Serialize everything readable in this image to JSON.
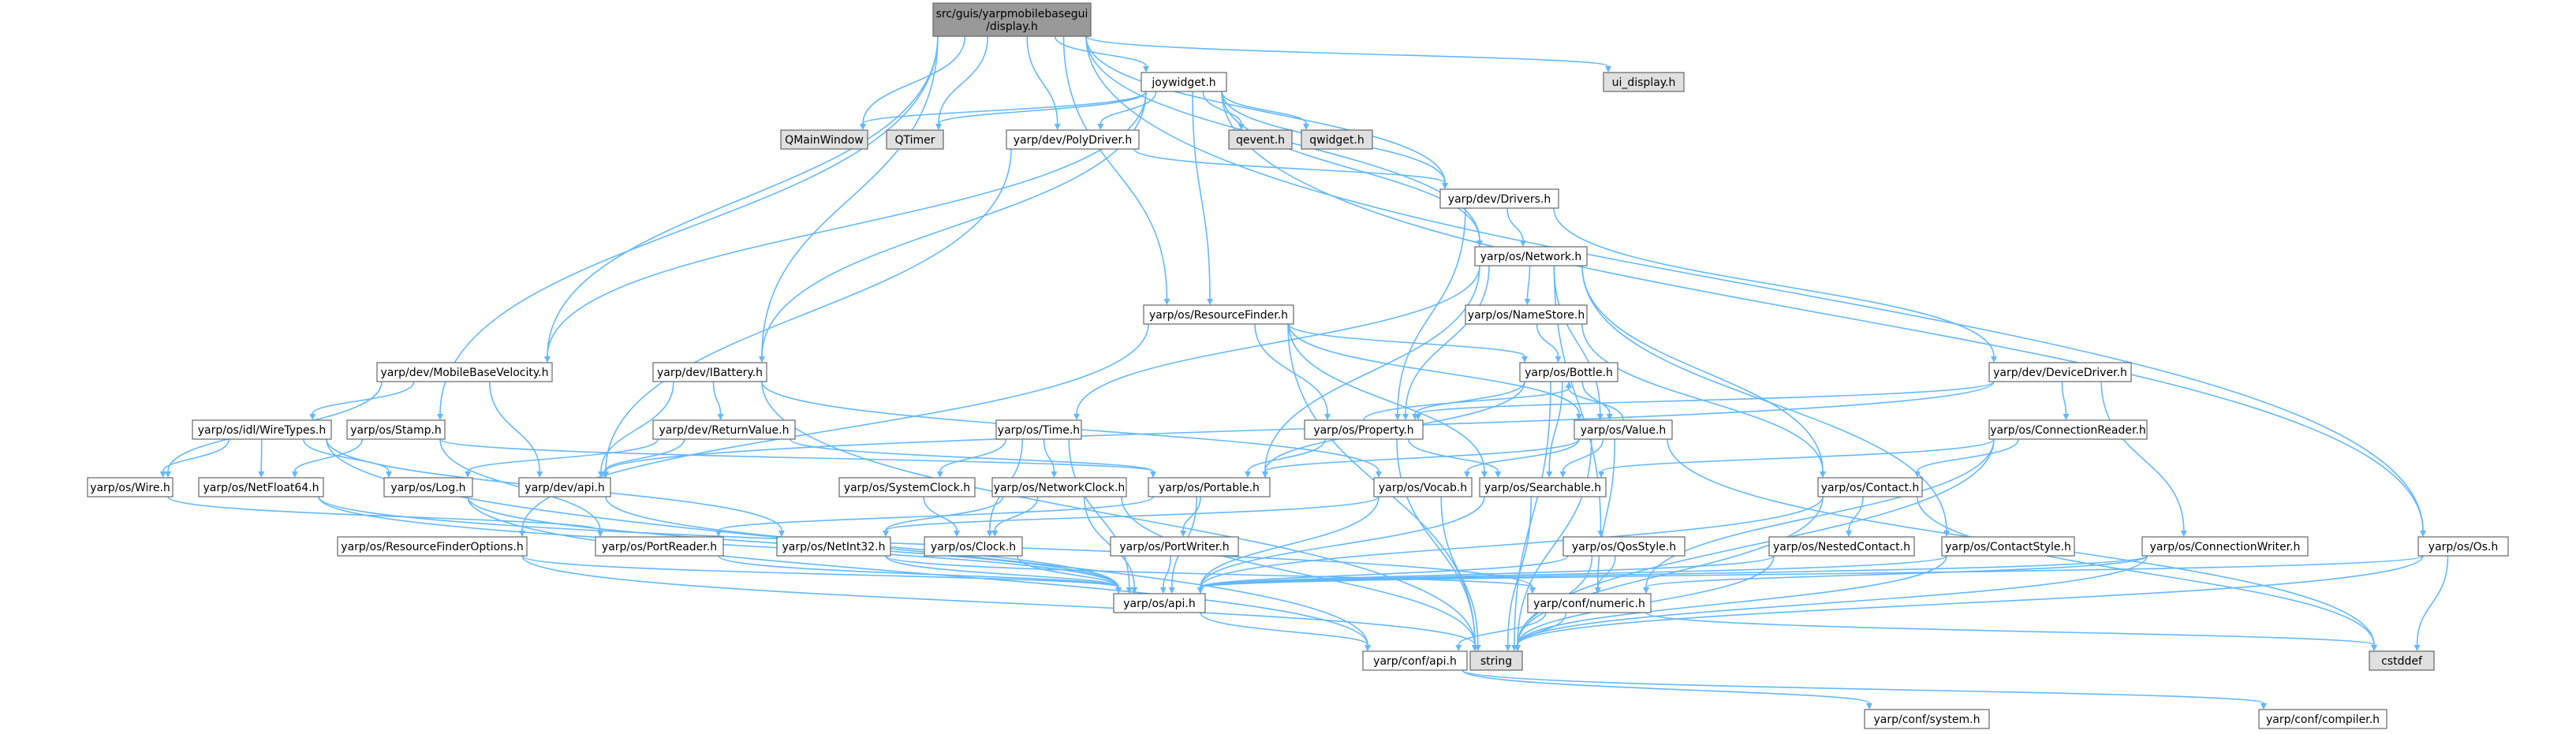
{
  "colors": {
    "edge": "#63b8ff",
    "node_fill": "#ffffff",
    "node_border": "#666666",
    "root_fill": "#999999",
    "external_fill": "#e0e0e0",
    "incomplete_border": "#ff0000"
  },
  "nodes": [
    {
      "id": "root",
      "label": "src/guis/yarpmobilebasegui\n/display.h",
      "kind": "root"
    },
    {
      "id": "joywidget",
      "label": "joywidget.h",
      "kind": "normal"
    },
    {
      "id": "ui_display",
      "label": "ui_display.h",
      "kind": "external"
    },
    {
      "id": "qmainwindow",
      "label": "QMainWindow",
      "kind": "external"
    },
    {
      "id": "qtimer",
      "label": "QTimer",
      "kind": "external"
    },
    {
      "id": "polydriver",
      "label": "yarp/dev/PolyDriver.h",
      "kind": "normal"
    },
    {
      "id": "qevent",
      "label": "qevent.h",
      "kind": "external"
    },
    {
      "id": "qwidget",
      "label": "qwidget.h",
      "kind": "external"
    },
    {
      "id": "drivers",
      "label": "yarp/dev/Drivers.h",
      "kind": "normal"
    },
    {
      "id": "network",
      "label": "yarp/os/Network.h",
      "kind": "normal"
    },
    {
      "id": "resourcefinder",
      "label": "yarp/os/ResourceFinder.h",
      "kind": "normal"
    },
    {
      "id": "namestore",
      "label": "yarp/os/NameStore.h",
      "kind": "normal"
    },
    {
      "id": "mobilebasevelocity",
      "label": "yarp/dev/MobileBaseVelocity.h",
      "kind": "normal"
    },
    {
      "id": "ibattery",
      "label": "yarp/dev/IBattery.h",
      "kind": "normal"
    },
    {
      "id": "bottle",
      "label": "yarp/os/Bottle.h",
      "kind": "normal"
    },
    {
      "id": "devicedriver",
      "label": "yarp/dev/DeviceDriver.h",
      "kind": "incomplete"
    },
    {
      "id": "wiretypes",
      "label": "yarp/os/idl/WireTypes.h",
      "kind": "incomplete"
    },
    {
      "id": "stamp",
      "label": "yarp/os/Stamp.h",
      "kind": "normal"
    },
    {
      "id": "returnvalue",
      "label": "yarp/dev/ReturnValue.h",
      "kind": "normal"
    },
    {
      "id": "property",
      "label": "yarp/os/Property.h",
      "kind": "normal"
    },
    {
      "id": "time",
      "label": "yarp/os/Time.h",
      "kind": "normal"
    },
    {
      "id": "value",
      "label": "yarp/os/Value.h",
      "kind": "normal"
    },
    {
      "id": "connectionreader",
      "label": "yarp/os/ConnectionReader.h",
      "kind": "incomplete"
    },
    {
      "id": "wire",
      "label": "yarp/os/Wire.h",
      "kind": "incomplete"
    },
    {
      "id": "netfloat64",
      "label": "yarp/os/NetFloat64.h",
      "kind": "normal"
    },
    {
      "id": "log",
      "label": "yarp/os/Log.h",
      "kind": "incomplete"
    },
    {
      "id": "devapi",
      "label": "yarp/dev/api.h",
      "kind": "normal"
    },
    {
      "id": "systemclock",
      "label": "yarp/os/SystemClock.h",
      "kind": "normal"
    },
    {
      "id": "networkclock",
      "label": "yarp/os/NetworkClock.h",
      "kind": "normal"
    },
    {
      "id": "portable",
      "label": "yarp/os/Portable.h",
      "kind": "normal"
    },
    {
      "id": "vocab",
      "label": "yarp/os/Vocab.h",
      "kind": "normal"
    },
    {
      "id": "searchable",
      "label": "yarp/os/Searchable.h",
      "kind": "normal"
    },
    {
      "id": "contact",
      "label": "yarp/os/Contact.h",
      "kind": "normal"
    },
    {
      "id": "resourcefinderoptions",
      "label": "yarp/os/ResourceFinderOptions.h",
      "kind": "normal"
    },
    {
      "id": "portreader",
      "label": "yarp/os/PortReader.h",
      "kind": "normal"
    },
    {
      "id": "netint32",
      "label": "yarp/os/NetInt32.h",
      "kind": "normal"
    },
    {
      "id": "clock",
      "label": "yarp/os/Clock.h",
      "kind": "normal"
    },
    {
      "id": "portwriter",
      "label": "yarp/os/PortWriter.h",
      "kind": "normal"
    },
    {
      "id": "qosstyle",
      "label": "yarp/os/QosStyle.h",
      "kind": "normal"
    },
    {
      "id": "nestedcontact",
      "label": "yarp/os/NestedContact.h",
      "kind": "normal"
    },
    {
      "id": "contactstyle",
      "label": "yarp/os/ContactStyle.h",
      "kind": "normal"
    },
    {
      "id": "connectionwriter",
      "label": "yarp/os/ConnectionWriter.h",
      "kind": "normal"
    },
    {
      "id": "os",
      "label": "yarp/os/Os.h",
      "kind": "normal"
    },
    {
      "id": "osapi",
      "label": "yarp/os/api.h",
      "kind": "normal"
    },
    {
      "id": "numeric",
      "label": "yarp/conf/numeric.h",
      "kind": "incomplete"
    },
    {
      "id": "cstddef",
      "label": "cstddef",
      "kind": "external"
    },
    {
      "id": "confapi",
      "label": "yarp/conf/api.h",
      "kind": "normal"
    },
    {
      "id": "string",
      "label": "string",
      "kind": "external"
    },
    {
      "id": "system",
      "label": "yarp/conf/system.h",
      "kind": "normal"
    },
    {
      "id": "compiler",
      "label": "yarp/conf/compiler.h",
      "kind": "normal"
    }
  ],
  "edges": [
    [
      "root",
      "joywidget"
    ],
    [
      "root",
      "ui_display"
    ],
    [
      "root",
      "qmainwindow"
    ],
    [
      "root",
      "qtimer"
    ],
    [
      "root",
      "polydriver"
    ],
    [
      "root",
      "drivers"
    ],
    [
      "root",
      "network"
    ],
    [
      "root",
      "resourcefinder"
    ],
    [
      "root",
      "mobilebasevelocity"
    ],
    [
      "root",
      "ibattery"
    ],
    [
      "root",
      "stamp"
    ],
    [
      "root",
      "os"
    ],
    [
      "joywidget",
      "qmainwindow"
    ],
    [
      "joywidget",
      "qtimer"
    ],
    [
      "joywidget",
      "polydriver"
    ],
    [
      "joywidget",
      "qevent"
    ],
    [
      "joywidget",
      "qwidget"
    ],
    [
      "joywidget",
      "drivers"
    ],
    [
      "joywidget",
      "network"
    ],
    [
      "joywidget",
      "resourcefinder"
    ],
    [
      "joywidget",
      "mobilebasevelocity"
    ],
    [
      "joywidget",
      "ibattery"
    ],
    [
      "joywidget",
      "os"
    ],
    [
      "polydriver",
      "drivers"
    ],
    [
      "polydriver",
      "devapi"
    ],
    [
      "drivers",
      "network"
    ],
    [
      "drivers",
      "property"
    ],
    [
      "drivers",
      "devicedriver"
    ],
    [
      "network",
      "namestore"
    ],
    [
      "network",
      "time"
    ],
    [
      "network",
      "property"
    ],
    [
      "network",
      "portable"
    ],
    [
      "network",
      "value"
    ],
    [
      "network",
      "contact"
    ],
    [
      "network",
      "contactstyle"
    ],
    [
      "network",
      "qosstyle"
    ],
    [
      "resourcefinder",
      "bottle"
    ],
    [
      "resourcefinder",
      "property"
    ],
    [
      "resourcefinder",
      "value"
    ],
    [
      "resourcefinder",
      "searchable"
    ],
    [
      "resourcefinder",
      "resourcefinderoptions"
    ],
    [
      "resourcefinder",
      "string"
    ],
    [
      "namestore",
      "bottle"
    ],
    [
      "namestore",
      "contact"
    ],
    [
      "mobilebasevelocity",
      "wiretypes"
    ],
    [
      "mobilebasevelocity",
      "devapi"
    ],
    [
      "mobilebasevelocity",
      "wire"
    ],
    [
      "ibattery",
      "returnvalue"
    ],
    [
      "ibattery",
      "devapi"
    ],
    [
      "ibattery",
      "vocab"
    ],
    [
      "ibattery",
      "string"
    ],
    [
      "bottle",
      "property"
    ],
    [
      "bottle",
      "value"
    ],
    [
      "bottle",
      "portable"
    ],
    [
      "bottle",
      "searchable"
    ],
    [
      "bottle",
      "string"
    ],
    [
      "devicedriver",
      "property"
    ],
    [
      "devicedriver",
      "connectionreader"
    ],
    [
      "devicedriver",
      "connectionwriter"
    ],
    [
      "devicedriver",
      "devapi"
    ],
    [
      "wiretypes",
      "wire"
    ],
    [
      "wiretypes",
      "netfloat64"
    ],
    [
      "wiretypes",
      "log"
    ],
    [
      "wiretypes",
      "netint32"
    ],
    [
      "wiretypes",
      "confapi"
    ],
    [
      "stamp",
      "netfloat64"
    ],
    [
      "stamp",
      "portable"
    ],
    [
      "stamp",
      "portreader"
    ],
    [
      "returnvalue",
      "log"
    ],
    [
      "returnvalue",
      "devapi"
    ],
    [
      "returnvalue",
      "portable"
    ],
    [
      "property",
      "bottle"
    ],
    [
      "property",
      "portable"
    ],
    [
      "property",
      "searchable"
    ],
    [
      "property",
      "string"
    ],
    [
      "time",
      "systemclock"
    ],
    [
      "time",
      "networkclock"
    ],
    [
      "time",
      "clock"
    ],
    [
      "time",
      "osapi"
    ],
    [
      "value",
      "bottle"
    ],
    [
      "value",
      "portable"
    ],
    [
      "value",
      "searchable"
    ],
    [
      "value",
      "vocab"
    ],
    [
      "value",
      "numeric"
    ],
    [
      "value",
      "string"
    ],
    [
      "value",
      "cstddef"
    ],
    [
      "connectionreader",
      "searchable"
    ],
    [
      "connectionreader",
      "contact"
    ],
    [
      "connectionreader",
      "numeric"
    ],
    [
      "connectionreader",
      "string"
    ],
    [
      "wire",
      "portreader"
    ],
    [
      "netfloat64",
      "osapi"
    ],
    [
      "netfloat64",
      "numeric"
    ],
    [
      "log",
      "osapi"
    ],
    [
      "log",
      "confapi"
    ],
    [
      "devapi",
      "osapi"
    ],
    [
      "systemclock",
      "clock"
    ],
    [
      "networkclock",
      "clock"
    ],
    [
      "networkclock",
      "netint32"
    ],
    [
      "networkclock",
      "osapi"
    ],
    [
      "networkclock",
      "string"
    ],
    [
      "portable",
      "portreader"
    ],
    [
      "portable",
      "portwriter"
    ],
    [
      "portable",
      "osapi"
    ],
    [
      "vocab",
      "netint32"
    ],
    [
      "vocab",
      "osapi"
    ],
    [
      "vocab",
      "string"
    ],
    [
      "searchable",
      "osapi"
    ],
    [
      "searchable",
      "string"
    ],
    [
      "contact",
      "nestedcontact"
    ],
    [
      "contact",
      "osapi"
    ],
    [
      "contact",
      "string"
    ],
    [
      "contact",
      "cstddef"
    ],
    [
      "resourcefinderoptions",
      "osapi"
    ],
    [
      "resourcefinderoptions",
      "string"
    ],
    [
      "portreader",
      "osapi"
    ],
    [
      "netint32",
      "numeric"
    ],
    [
      "netint32",
      "osapi"
    ],
    [
      "clock",
      "osapi"
    ],
    [
      "portwriter",
      "osapi"
    ],
    [
      "qosstyle",
      "osapi"
    ],
    [
      "qosstyle",
      "numeric"
    ],
    [
      "qosstyle",
      "string"
    ],
    [
      "nestedcontact",
      "osapi"
    ],
    [
      "nestedcontact",
      "string"
    ],
    [
      "contactstyle",
      "osapi"
    ],
    [
      "contactstyle",
      "string"
    ],
    [
      "connectionwriter",
      "osapi"
    ],
    [
      "connectionwriter",
      "numeric"
    ],
    [
      "connectionwriter",
      "string"
    ],
    [
      "os",
      "osapi"
    ],
    [
      "os",
      "string"
    ],
    [
      "os",
      "cstddef"
    ],
    [
      "osapi",
      "confapi"
    ],
    [
      "numeric",
      "confapi"
    ],
    [
      "numeric",
      "cstddef"
    ],
    [
      "numeric",
      "string"
    ],
    [
      "confapi",
      "system"
    ],
    [
      "confapi",
      "compiler"
    ]
  ]
}
